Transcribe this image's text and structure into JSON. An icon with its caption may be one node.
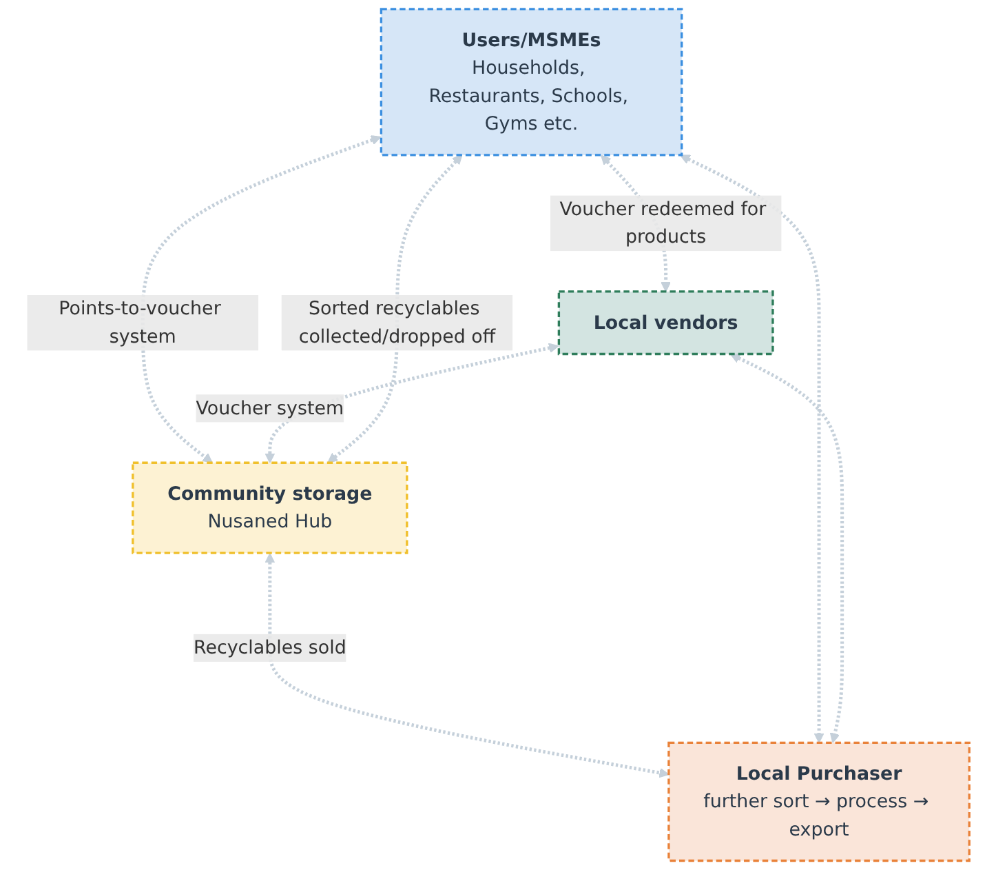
{
  "diagram": {
    "nodes": [
      {
        "text": [
          "Users/MSMEs",
          "Households, Restaurants, Schools, Gyms etc."
        ]
      },
      {
        "text": [
          "Local vendors"
        ]
      },
      {
        "text": [
          "Community storage",
          "Nusaned Hub"
        ]
      },
      {
        "text": [
          "Local Purchaser",
          "further sort → process → export"
        ]
      }
    ],
    "edges": [
      {
        "from": 0,
        "to": 1,
        "arrow": "both",
        "label": "Voucher redeemed for products",
        "style": "dashed"
      },
      {
        "from": 2,
        "to": 0,
        "arrow": "both",
        "label": "Sorted recyclables collected/dropped off",
        "style": "dashed"
      },
      {
        "from": 0,
        "to": 2,
        "arrow": "both",
        "label": "Points-to-voucher system",
        "style": "dashed"
      },
      {
        "from": 1,
        "to": 2,
        "arrow": "both",
        "label": "Voucher system",
        "style": "dashed"
      },
      {
        "from": 2,
        "to": 3,
        "arrow": "both",
        "label": "Recyclables sold",
        "style": "dashed"
      },
      {
        "from": 0,
        "to": 3,
        "arrow": "both",
        "style": "dashed"
      },
      {
        "from": 1,
        "to": 3,
        "arrow": "both",
        "style": "dashed"
      }
    ]
  }
}
